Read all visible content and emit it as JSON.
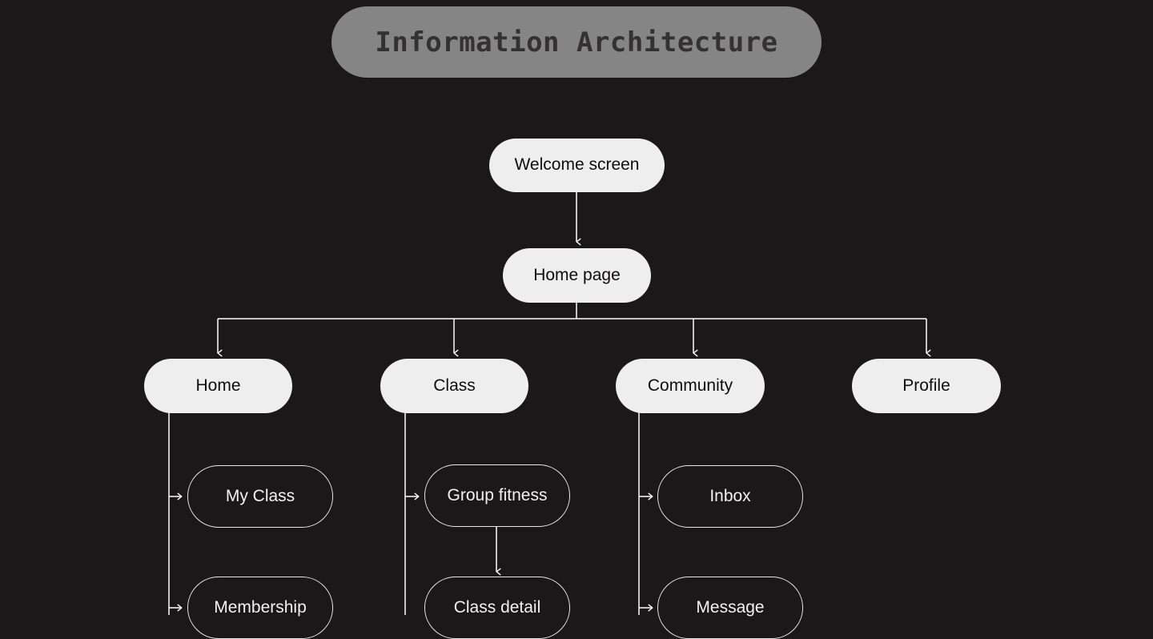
{
  "page": {
    "background_color": "#1a1819",
    "title_banner": {
      "label": "Information Architecture",
      "background_color": "#858585",
      "text_color": "#333132"
    }
  },
  "diagram": {
    "type": "tree",
    "node_fill_color": "#efeeee",
    "node_text_color": "#0f0d0e",
    "outline_node_border_color": "#e9e8e8",
    "outline_node_text_color": "#f2f1f1",
    "connector_color": "#ffffff",
    "nodes": {
      "welcome_screen": {
        "label": "Welcome screen",
        "style": "solid"
      },
      "home_page": {
        "label": "Home page",
        "style": "solid"
      },
      "home": {
        "label": "Home",
        "style": "solid"
      },
      "class": {
        "label": "Class",
        "style": "solid"
      },
      "community": {
        "label": "Community",
        "style": "solid"
      },
      "profile": {
        "label": "Profile",
        "style": "solid"
      },
      "my_class": {
        "label": "My Class",
        "style": "outline"
      },
      "membership": {
        "label": "Membership",
        "style": "outline"
      },
      "group_fitness": {
        "label": "Group fitness",
        "style": "outline"
      },
      "class_detail": {
        "label": "Class detail",
        "style": "outline"
      },
      "inbox": {
        "label": "Inbox",
        "style": "outline"
      },
      "message": {
        "label": "Message",
        "style": "outline"
      }
    },
    "edges": [
      {
        "from": "welcome_screen",
        "to": "home_page"
      },
      {
        "from": "home_page",
        "to": "home"
      },
      {
        "from": "home_page",
        "to": "class"
      },
      {
        "from": "home_page",
        "to": "community"
      },
      {
        "from": "home_page",
        "to": "profile"
      },
      {
        "from": "home",
        "to": "my_class"
      },
      {
        "from": "home",
        "to": "membership"
      },
      {
        "from": "class",
        "to": "group_fitness"
      },
      {
        "from": "group_fitness",
        "to": "class_detail"
      },
      {
        "from": "community",
        "to": "inbox"
      },
      {
        "from": "community",
        "to": "message"
      }
    ]
  }
}
